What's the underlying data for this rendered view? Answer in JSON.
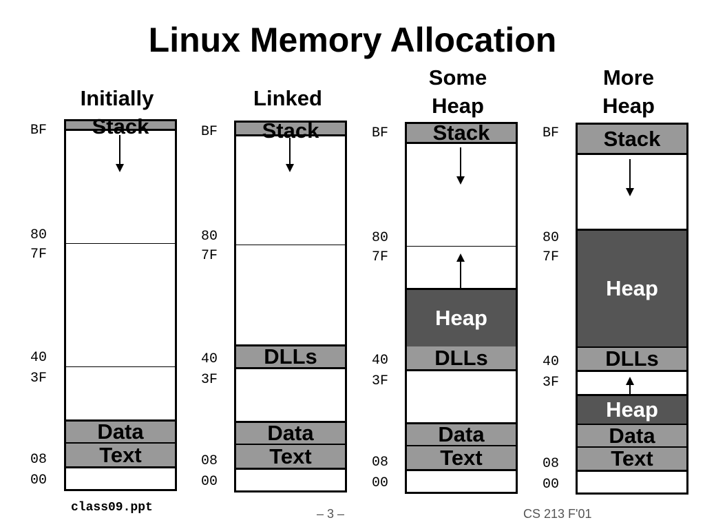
{
  "title": "Linux Memory Allocation",
  "columns": [
    {
      "title_lines": [
        "Initially",
        ""
      ],
      "heading": "Initially"
    },
    {
      "title_lines": [
        "Linked",
        ""
      ],
      "heading": "Linked"
    },
    {
      "title_lines": [
        "Some",
        "Heap"
      ]
    },
    {
      "title_lines": [
        "More",
        "Heap"
      ]
    }
  ],
  "address_labels": {
    "bf": "BF",
    "a80": "80",
    "a7f": "7F",
    "a40": "40",
    "a3f": "3F",
    "a08": "08",
    "a00": "00"
  },
  "segments": {
    "stack": "Stack",
    "heap": "Heap",
    "dlls": "DLLs",
    "data": "Data",
    "text": "Text"
  },
  "footer": {
    "file": "class09.ppt",
    "page": "– 3 –",
    "course": "CS 213 F'01"
  },
  "colors": {
    "light_segment": "#999999",
    "dark_segment": "#555555"
  }
}
